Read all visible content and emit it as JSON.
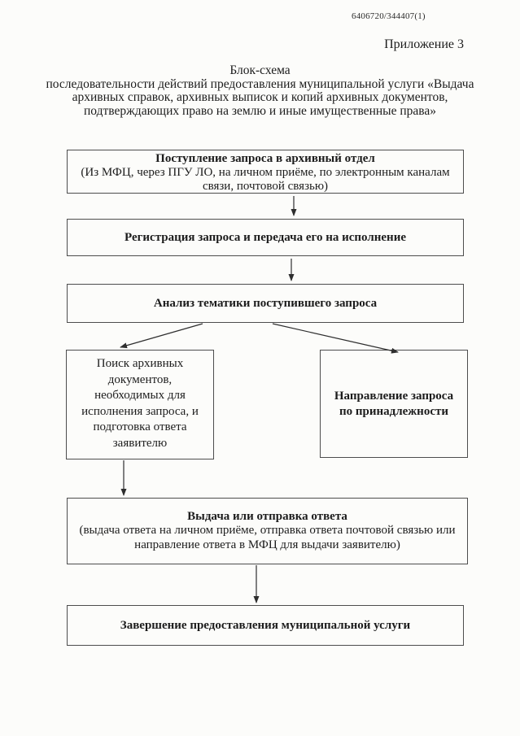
{
  "page": {
    "doc_number": "6406720/344407(1)",
    "appendix_label": "Приложение 3"
  },
  "title": {
    "lines": [
      "Блок-схема",
      "последовательности действий предоставления муниципальной услуги «Выдача",
      "архивных справок, архивных выписок и копий архивных документов,",
      "подтверждающих право на землю и иные имущественные права»"
    ]
  },
  "flowchart": {
    "boxes": {
      "receipt": {
        "title": "Поступление запроса в архивный отдел",
        "subtitle": "(Из МФЦ, через ПГУ ЛО,  на личном приёме, по электронным каналам связи, почтовой связью)"
      },
      "registration": {
        "title": "Регистрация запроса и передача его на исполнение"
      },
      "analysis": {
        "title": "Анализ тематики поступившего запроса"
      },
      "search": {
        "text": "Поиск архивных документов, необходимых для исполнения запроса, и подготовка ответа заявителю"
      },
      "forwarding": {
        "text": "Направление запроса по принадлежности"
      },
      "delivery": {
        "title": "Выдача или отправка ответа",
        "subtitle": "(выдача ответа на личном приёме, отправка ответа почтовой связью или направление ответа в МФЦ для выдачи заявителю)"
      },
      "completion": {
        "title": "Завершение предоставления муниципальной услуги"
      }
    },
    "colors": {
      "page_background": "#fcfcfa",
      "box_border": "#4d4d4d",
      "arrow": "#2e2e2e",
      "text": "#1c1c1c"
    }
  }
}
